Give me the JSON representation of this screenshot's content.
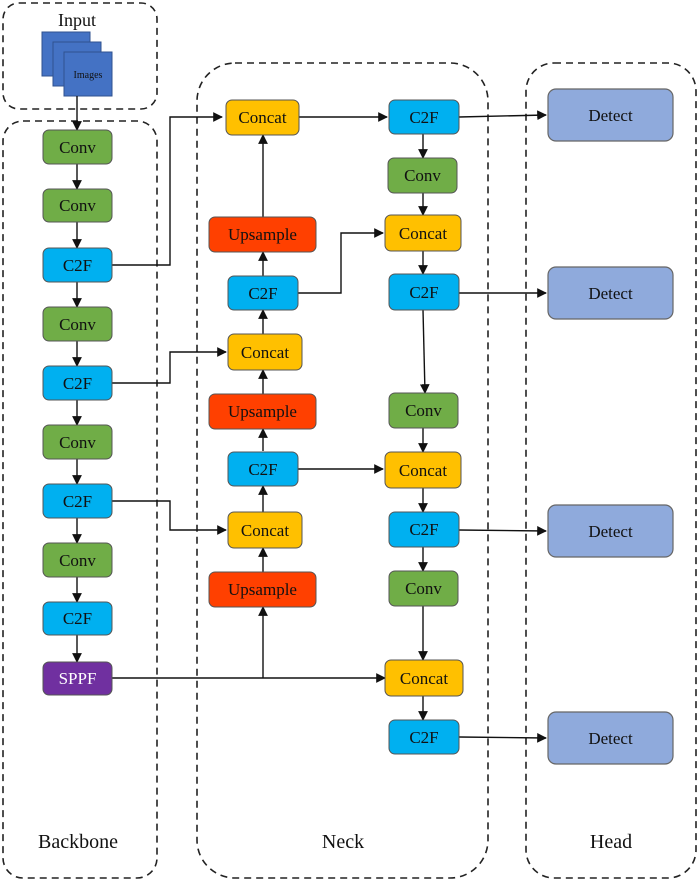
{
  "sections": {
    "input": "Input",
    "backbone": "Backbone",
    "neck": "Neck",
    "head": "Head"
  },
  "input_stack_label": "Images",
  "colors": {
    "conv": "#70ad47",
    "c2f": "#00b0f0",
    "concat": "#ffc000",
    "upsample": "#ff4000",
    "sppf": "#7030a0",
    "detect": "#8faadc",
    "images": "#4472c4"
  },
  "backbone": {
    "nodes": [
      "Conv",
      "Conv",
      "C2F",
      "Conv",
      "C2F",
      "Conv",
      "C2F",
      "Conv",
      "C2F",
      "SPPF"
    ]
  },
  "neck_left": {
    "nodes": [
      "Concat",
      "Upsample",
      "C2F",
      "Concat",
      "Upsample",
      "C2F",
      "Concat",
      "Upsample"
    ]
  },
  "neck_right": {
    "nodes": [
      "C2F",
      "Conv",
      "Concat",
      "C2F",
      "Conv",
      "Concat",
      "C2F",
      "Conv",
      "Concat",
      "C2F"
    ]
  },
  "head": {
    "nodes": [
      "Detect",
      "Detect",
      "Detect",
      "Detect"
    ]
  }
}
